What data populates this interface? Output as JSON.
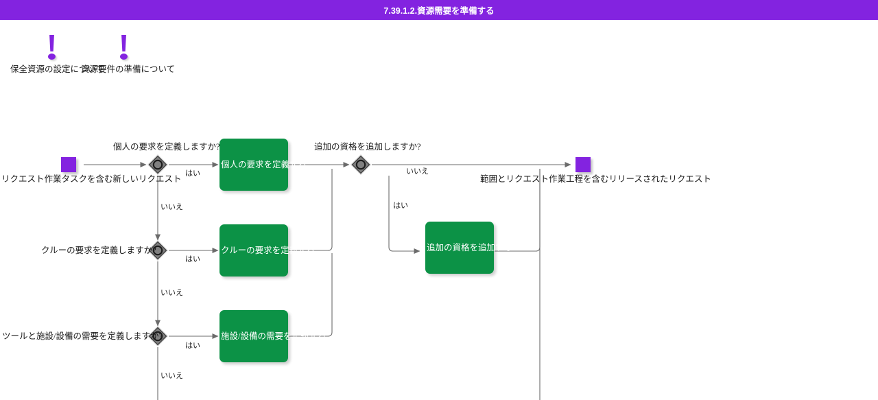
{
  "header": {
    "title": "7.39.1.2.資源需要を準備する",
    "bar_color": "#8323E0",
    "text_color": "#ffffff"
  },
  "colors": {
    "event": "#8323E0",
    "task": "#0C9246",
    "gateway_fill": "#808080",
    "gateway_stroke": "#3d3d3d",
    "edge": "#5a5a5a",
    "text": "#1a1a1a"
  },
  "annotations": [
    {
      "name": "annotation-maintenance-resource",
      "icon": "warning-exclamation-icon",
      "label": "保全資源の設定について"
    },
    {
      "name": "annotation-resource-requirements",
      "icon": "warning-exclamation-icon",
      "label": "資源要件の準備について"
    }
  ],
  "events": [
    {
      "name": "start-event",
      "type": "start",
      "label": "リクエスト作業タスクを含む新しいリクエスト"
    },
    {
      "name": "end-event",
      "type": "end",
      "label": "範囲とリクエスト作業工程を含むリリースされたリクエスト"
    }
  ],
  "gateways": [
    {
      "name": "gateway-define-individual-requirements",
      "type": "inclusive",
      "label": "個人の要求を定義しますか?"
    },
    {
      "name": "gateway-define-crew-requirements",
      "type": "inclusive",
      "label": "クルーの要求を定義しますか?"
    },
    {
      "name": "gateway-define-tool-facility-requirements",
      "type": "inclusive",
      "label": "ツールと施設/設備の需要を定義しますか?"
    },
    {
      "name": "gateway-add-additional-qualifications",
      "type": "inclusive",
      "label": "追加の資格を追加しますか?"
    }
  ],
  "tasks": [
    {
      "name": "task-define-individual-requirements",
      "label": "個人の要求を定義する"
    },
    {
      "name": "task-define-crew-requirements",
      "label": "クルーの要求を定義する"
    },
    {
      "name": "task-define-facility-equipment-demand",
      "label": "施設/設備の需要を定義する"
    },
    {
      "name": "task-add-additional-qualification",
      "label": "追加の資格を追加する"
    }
  ],
  "edge_labels": {
    "yes_1": "はい",
    "no_1": "いいえ",
    "yes_2": "はい",
    "no_2": "いいえ",
    "yes_3": "はい",
    "no_3": "いいえ",
    "yes_4": "はい",
    "no_4": "いいえ"
  }
}
